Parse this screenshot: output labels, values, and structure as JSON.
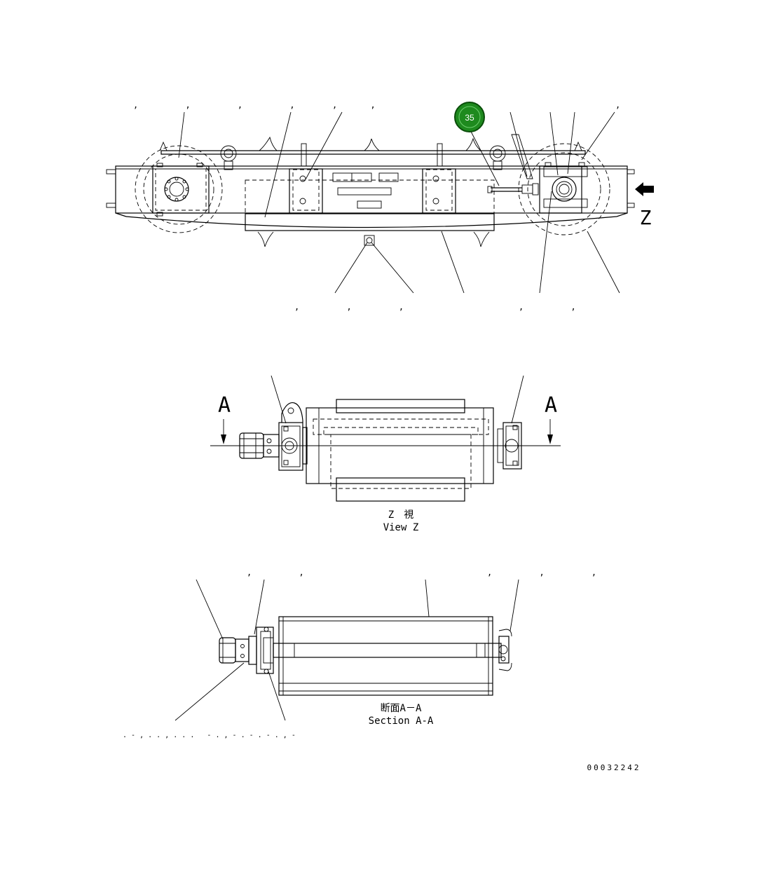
{
  "callout": {
    "number": "35",
    "color": "#1e8a1e"
  },
  "view_label_z": "Z",
  "section_arrow_label": "A",
  "view_z_caption": {
    "jp": "Z　視",
    "en": "View Z"
  },
  "section_caption": {
    "jp": "断面A－A",
    "en": "Section A-A"
  },
  "drawing_number": "00032242",
  "leader_marks": {
    "top_left": ", , , ,",
    "top_mid": ", ,",
    "top_right": ",",
    "bottom_a": ", , ,",
    "bottom_b": ", ,",
    "sec_left": ", ,",
    "sec_right": ", , ,",
    "footer_dots": ". - , . . , . . .   - . , - . - . - . , -"
  }
}
